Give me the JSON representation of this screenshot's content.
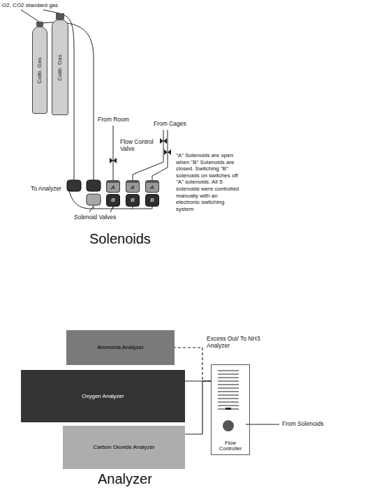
{
  "diagram": {
    "nodes": [
      {
        "text": [
          "Calib. Gas"
        ]
      },
      {
        "text": [
          "Calib. Gas"
        ]
      },
      {
        "text": [
          "A"
        ]
      },
      {
        "text": [
          "A"
        ]
      },
      {
        "text": [
          "A"
        ]
      },
      {
        "text": [
          "B"
        ]
      },
      {
        "text": [
          "B"
        ]
      },
      {
        "text": [
          "B"
        ]
      },
      {
        "text": [
          "Ammonia Analyzer"
        ]
      },
      {
        "text": [
          "Oxygen Analyzer"
        ]
      },
      {
        "text": [
          "Carbon Dioxide Analyzer"
        ]
      },
      {
        "text": [
          "Flow Controller"
        ]
      }
    ],
    "edges": [
      {
        "from": 11,
        "to": 9,
        "arrow": "none"
      },
      {
        "from": 11,
        "to": 10,
        "arrow": "none"
      },
      {
        "from": 11,
        "to": 8,
        "arrow": "none"
      }
    ],
    "labels": [
      "O2, CO2 standard gas",
      "From Room",
      "Flow Control Valve",
      "From Cages",
      "\"A\" Solenoids are open when \"B\" Solenoids are closed. Switching \"B\" solenoids on switches off \"A\" solenoids. All 5 solenoids were controlled manually with an electronic switching system",
      "To Analyzer",
      "Solenoid Valves",
      "Solenoids",
      "Excess Out/ To NH3 Analyzer",
      "From Solenoids",
      "Analyzer"
    ]
  }
}
